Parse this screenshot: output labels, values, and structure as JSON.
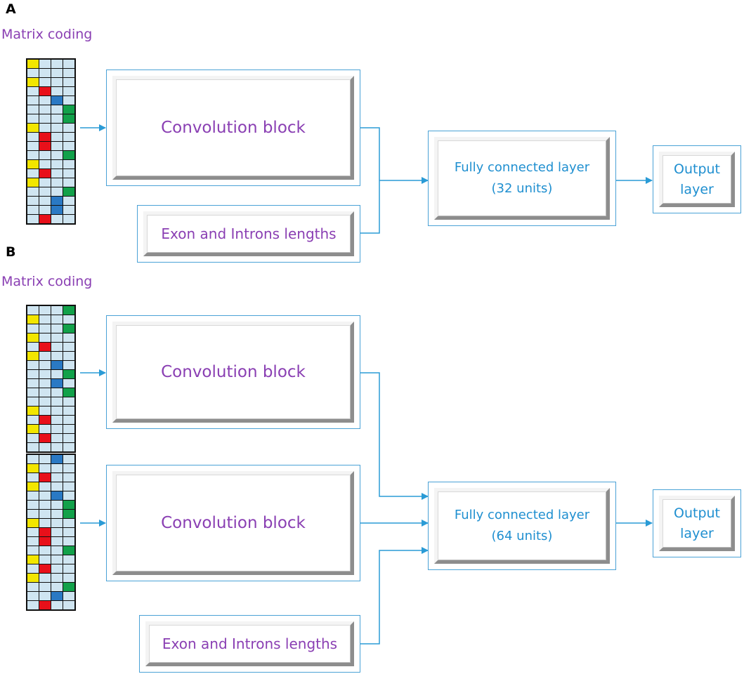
{
  "panels": {
    "a": {
      "label": "A",
      "matrix_caption": "Matrix coding",
      "matrix": [
        "Y...",
        "....",
        "Y...",
        ".R..",
        "..B.",
        "...G",
        "...G",
        "Y...",
        ".R..",
        ".R..",
        "...G",
        "Y...",
        ".R..",
        "Y...",
        "...G",
        "..B.",
        "..B.",
        ".R.."
      ],
      "convolution": "Convolution block",
      "exon": "Exon and Introns lengths",
      "fc": {
        "line1": "Fully connected layer",
        "line2": "(32 units)"
      },
      "output": {
        "line1": "Output",
        "line2": "layer"
      }
    },
    "b": {
      "label": "B",
      "matrix_caption": "Matrix coding",
      "matrix1": [
        "...G",
        "Y...",
        "...G",
        "Y...",
        ".R..",
        "Y...",
        "..B.",
        "...G",
        "..B.",
        "...G",
        "....",
        "Y...",
        ".R..",
        "Y...",
        ".R..",
        "...."
      ],
      "matrix2": [
        "..B.",
        "Y...",
        ".R..",
        "Y...",
        "..B.",
        "...G",
        "...G",
        "Y...",
        ".R..",
        ".R..",
        "...G",
        "Y...",
        ".R..",
        "Y...",
        "...G",
        "..B.",
        ".R.."
      ],
      "convolution1": "Convolution block",
      "convolution2": "Convolution block",
      "exon": "Exon and Introns lengths",
      "fc": {
        "line1": "Fully connected layer",
        "line2": "(64 units)"
      },
      "output": {
        "line1": "Output",
        "line2": "layer"
      }
    }
  },
  "colors": {
    "connector": "#2a9bd6",
    "box_border": "#4aa2d6",
    "purple_text": "#8a3fb3",
    "blue_text": "#1f8fd0",
    "cell_empty": "#cfe5f1",
    "cell_yellow": "#f2e600",
    "cell_red": "#e8101a",
    "cell_blue": "#2a79c4",
    "cell_green": "#12a14a"
  }
}
